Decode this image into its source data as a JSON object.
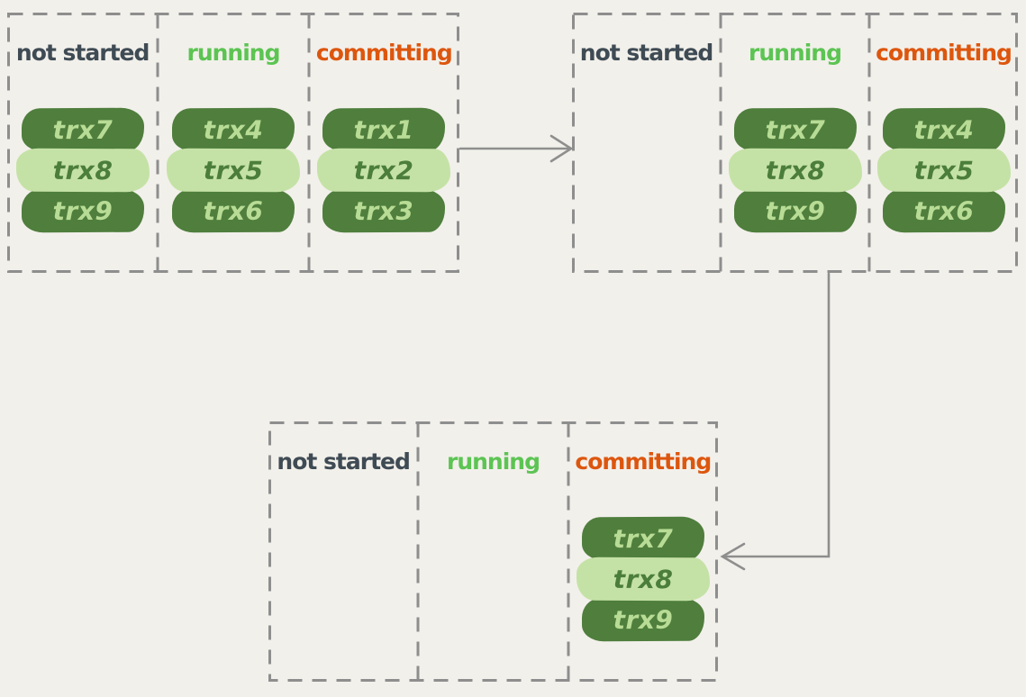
{
  "diagram": {
    "description": "transaction state transition diagram"
  },
  "colors": {
    "background": "#F2F0EB",
    "dashed_border": "#8E8E8E",
    "arrow": "#8E8E8E",
    "label_not_started": "#3F4B54",
    "label_running": "#5CC453",
    "label_committing": "#DD560E",
    "pill_dark_bg": "#4F7E3D",
    "pill_dark_text": "#B8DC95",
    "pill_light_bg": "#C5E2A6",
    "pill_light_text": "#4C7E3B"
  },
  "panels": [
    {
      "name": "step-1",
      "columns": [
        {
          "label": "not started",
          "state": "not-started",
          "items": [
            "trx7",
            "trx8",
            "trx9"
          ]
        },
        {
          "label": "running",
          "state": "running",
          "items": [
            "trx4",
            "trx5",
            "trx6"
          ]
        },
        {
          "label": "committing",
          "state": "committing",
          "items": [
            "trx1",
            "trx2",
            "trx3"
          ]
        }
      ]
    },
    {
      "name": "step-2",
      "columns": [
        {
          "label": "not started",
          "state": "not-started",
          "items": []
        },
        {
          "label": "running",
          "state": "running",
          "items": [
            "trx7",
            "trx8",
            "trx9"
          ]
        },
        {
          "label": "committing",
          "state": "committing",
          "items": [
            "trx4",
            "trx5",
            "trx6"
          ]
        }
      ]
    },
    {
      "name": "step-3",
      "columns": [
        {
          "label": "not started",
          "state": "not-started",
          "items": []
        },
        {
          "label": "running",
          "state": "running",
          "items": []
        },
        {
          "label": "committing",
          "state": "committing",
          "items": [
            "trx7",
            "trx8",
            "trx9"
          ]
        }
      ]
    }
  ],
  "arrows": [
    {
      "name": "arrow-step1-to-step2",
      "direction": "right"
    },
    {
      "name": "arrow-step2-to-step3",
      "direction": "down-then-left"
    }
  ]
}
